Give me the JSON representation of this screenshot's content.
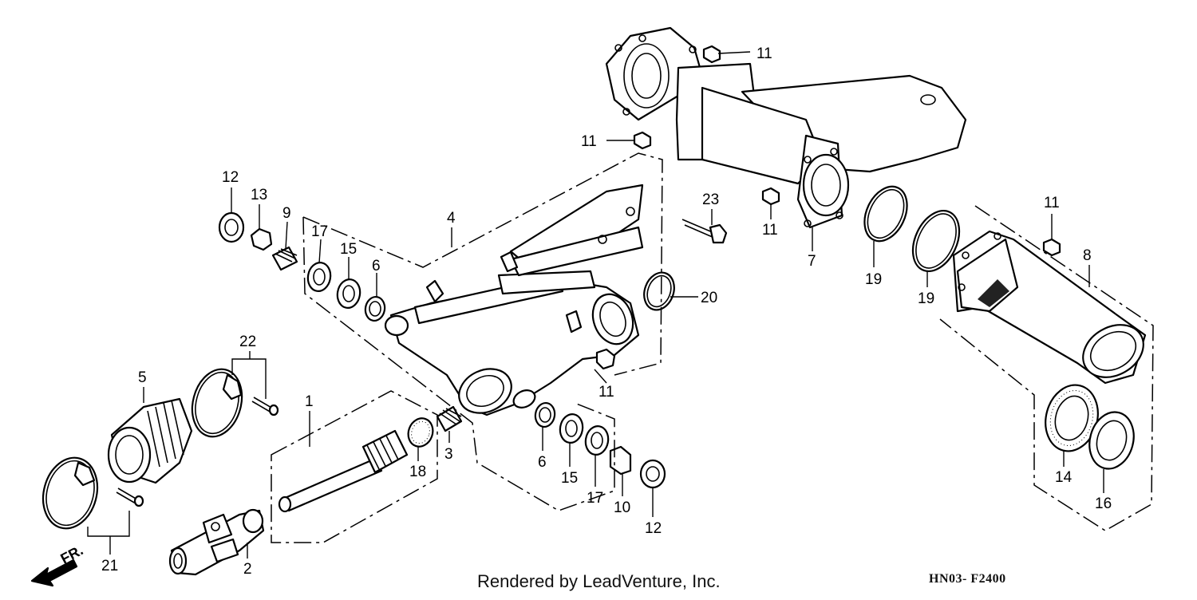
{
  "footer": {
    "credit": "Rendered by LeadVenture, Inc.",
    "code": "HN03- F2400"
  },
  "front_indicator": "FR.",
  "callouts": [
    {
      "id": "c11a",
      "label": "11"
    },
    {
      "id": "c11b",
      "label": "11"
    },
    {
      "id": "c11c",
      "label": "11"
    },
    {
      "id": "c11d",
      "label": "11"
    },
    {
      "id": "c11e",
      "label": "11"
    },
    {
      "id": "c12a",
      "label": "12"
    },
    {
      "id": "c13",
      "label": "13"
    },
    {
      "id": "c9",
      "label": "9"
    },
    {
      "id": "c17a",
      "label": "17"
    },
    {
      "id": "c15a",
      "label": "15"
    },
    {
      "id": "c6a",
      "label": "6"
    },
    {
      "id": "c4",
      "label": "4"
    },
    {
      "id": "c23",
      "label": "23"
    },
    {
      "id": "c7",
      "label": "7"
    },
    {
      "id": "c19a",
      "label": "19"
    },
    {
      "id": "c20",
      "label": "20"
    },
    {
      "id": "c19b",
      "label": "19"
    },
    {
      "id": "c8",
      "label": "8"
    },
    {
      "id": "c22",
      "label": "22"
    },
    {
      "id": "c5",
      "label": "5"
    },
    {
      "id": "c1",
      "label": "1"
    },
    {
      "id": "c3",
      "label": "3"
    },
    {
      "id": "c18",
      "label": "18"
    },
    {
      "id": "c6b",
      "label": "6"
    },
    {
      "id": "c15b",
      "label": "15"
    },
    {
      "id": "c17b",
      "label": "17"
    },
    {
      "id": "c10",
      "label": "10"
    },
    {
      "id": "c12b",
      "label": "12"
    },
    {
      "id": "c14",
      "label": "14"
    },
    {
      "id": "c16",
      "label": "16"
    },
    {
      "id": "c21",
      "label": "21"
    },
    {
      "id": "c2",
      "label": "2"
    }
  ]
}
